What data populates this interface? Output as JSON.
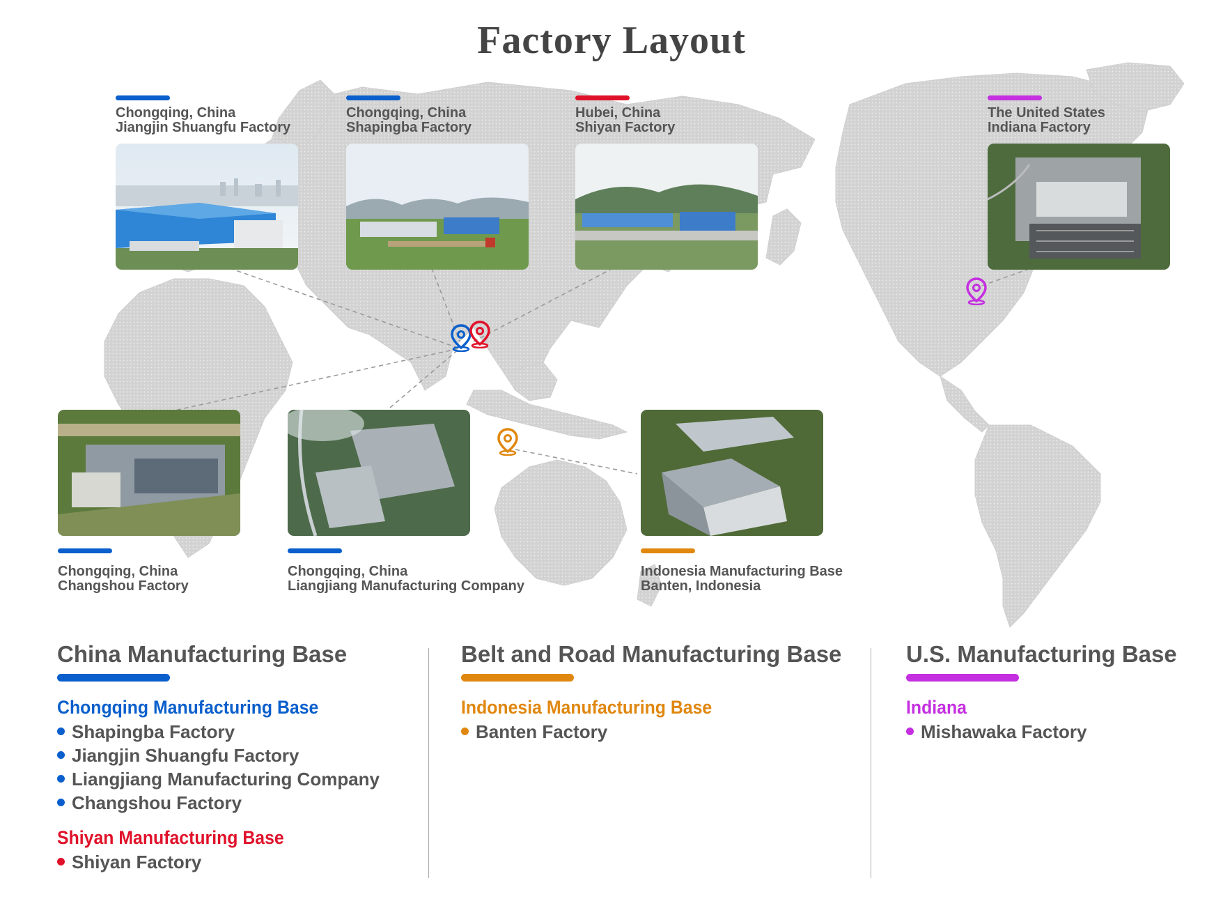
{
  "title": "Factory Layout",
  "colors": {
    "china_blue": "#0a5fcc",
    "shiyan_red": "#e0122a",
    "indonesia_orange": "#e0870f",
    "us_purple": "#c42fe0",
    "text_gray": "#555555"
  },
  "cards": [
    {
      "id": "jiangjin",
      "line1": "Chongqing, China",
      "line2": "Jiangjin Shuangfu Factory",
      "color": "blue",
      "position": "top"
    },
    {
      "id": "shapingba",
      "line1": "Chongqing, China",
      "line2": "Shapingba Factory",
      "color": "blue",
      "position": "top"
    },
    {
      "id": "shiyan",
      "line1": "Hubei, China",
      "line2": "Shiyan Factory",
      "color": "red",
      "position": "top"
    },
    {
      "id": "indiana",
      "line1": "The United States",
      "line2": "Indiana Factory",
      "color": "purple",
      "position": "top"
    },
    {
      "id": "changshou",
      "line1": "Chongqing, China",
      "line2": "Changshou Factory",
      "color": "blue",
      "position": "bottom"
    },
    {
      "id": "liangjiang",
      "line1": "Chongqing, China",
      "line2": "Liangjiang Manufacturing Company",
      "color": "blue",
      "position": "bottom"
    },
    {
      "id": "banten",
      "line1": "Indonesia Manufacturing Base",
      "line2": "Banten, Indonesia",
      "color": "orange",
      "position": "bottom"
    }
  ],
  "pins": [
    {
      "name": "chongqing-pin",
      "color": "blue"
    },
    {
      "name": "hubei-pin",
      "color": "red"
    },
    {
      "name": "indonesia-pin",
      "color": "orange"
    },
    {
      "name": "indiana-pin",
      "color": "purple"
    }
  ],
  "sections": [
    {
      "heading": "China Manufacturing Base",
      "color": "blue",
      "groups": [
        {
          "name": "Chongqing Manufacturing Base",
          "color": "blue",
          "items": [
            "Shapingba Factory",
            "Jiangjin Shuangfu Factory",
            "Liangjiang Manufacturing Company",
            "Changshou Factory"
          ]
        },
        {
          "name": "Shiyan Manufacturing Base",
          "color": "red",
          "items": [
            "Shiyan Factory"
          ]
        }
      ]
    },
    {
      "heading": "Belt and Road Manufacturing Base",
      "color": "orange",
      "groups": [
        {
          "name": "Indonesia Manufacturing Base",
          "color": "orange",
          "items": [
            "Banten Factory"
          ]
        }
      ]
    },
    {
      "heading": "U.S. Manufacturing Base",
      "color": "purple",
      "groups": [
        {
          "name": "Indiana",
          "color": "purple",
          "items": [
            "Mishawaka Factory"
          ]
        }
      ]
    }
  ]
}
